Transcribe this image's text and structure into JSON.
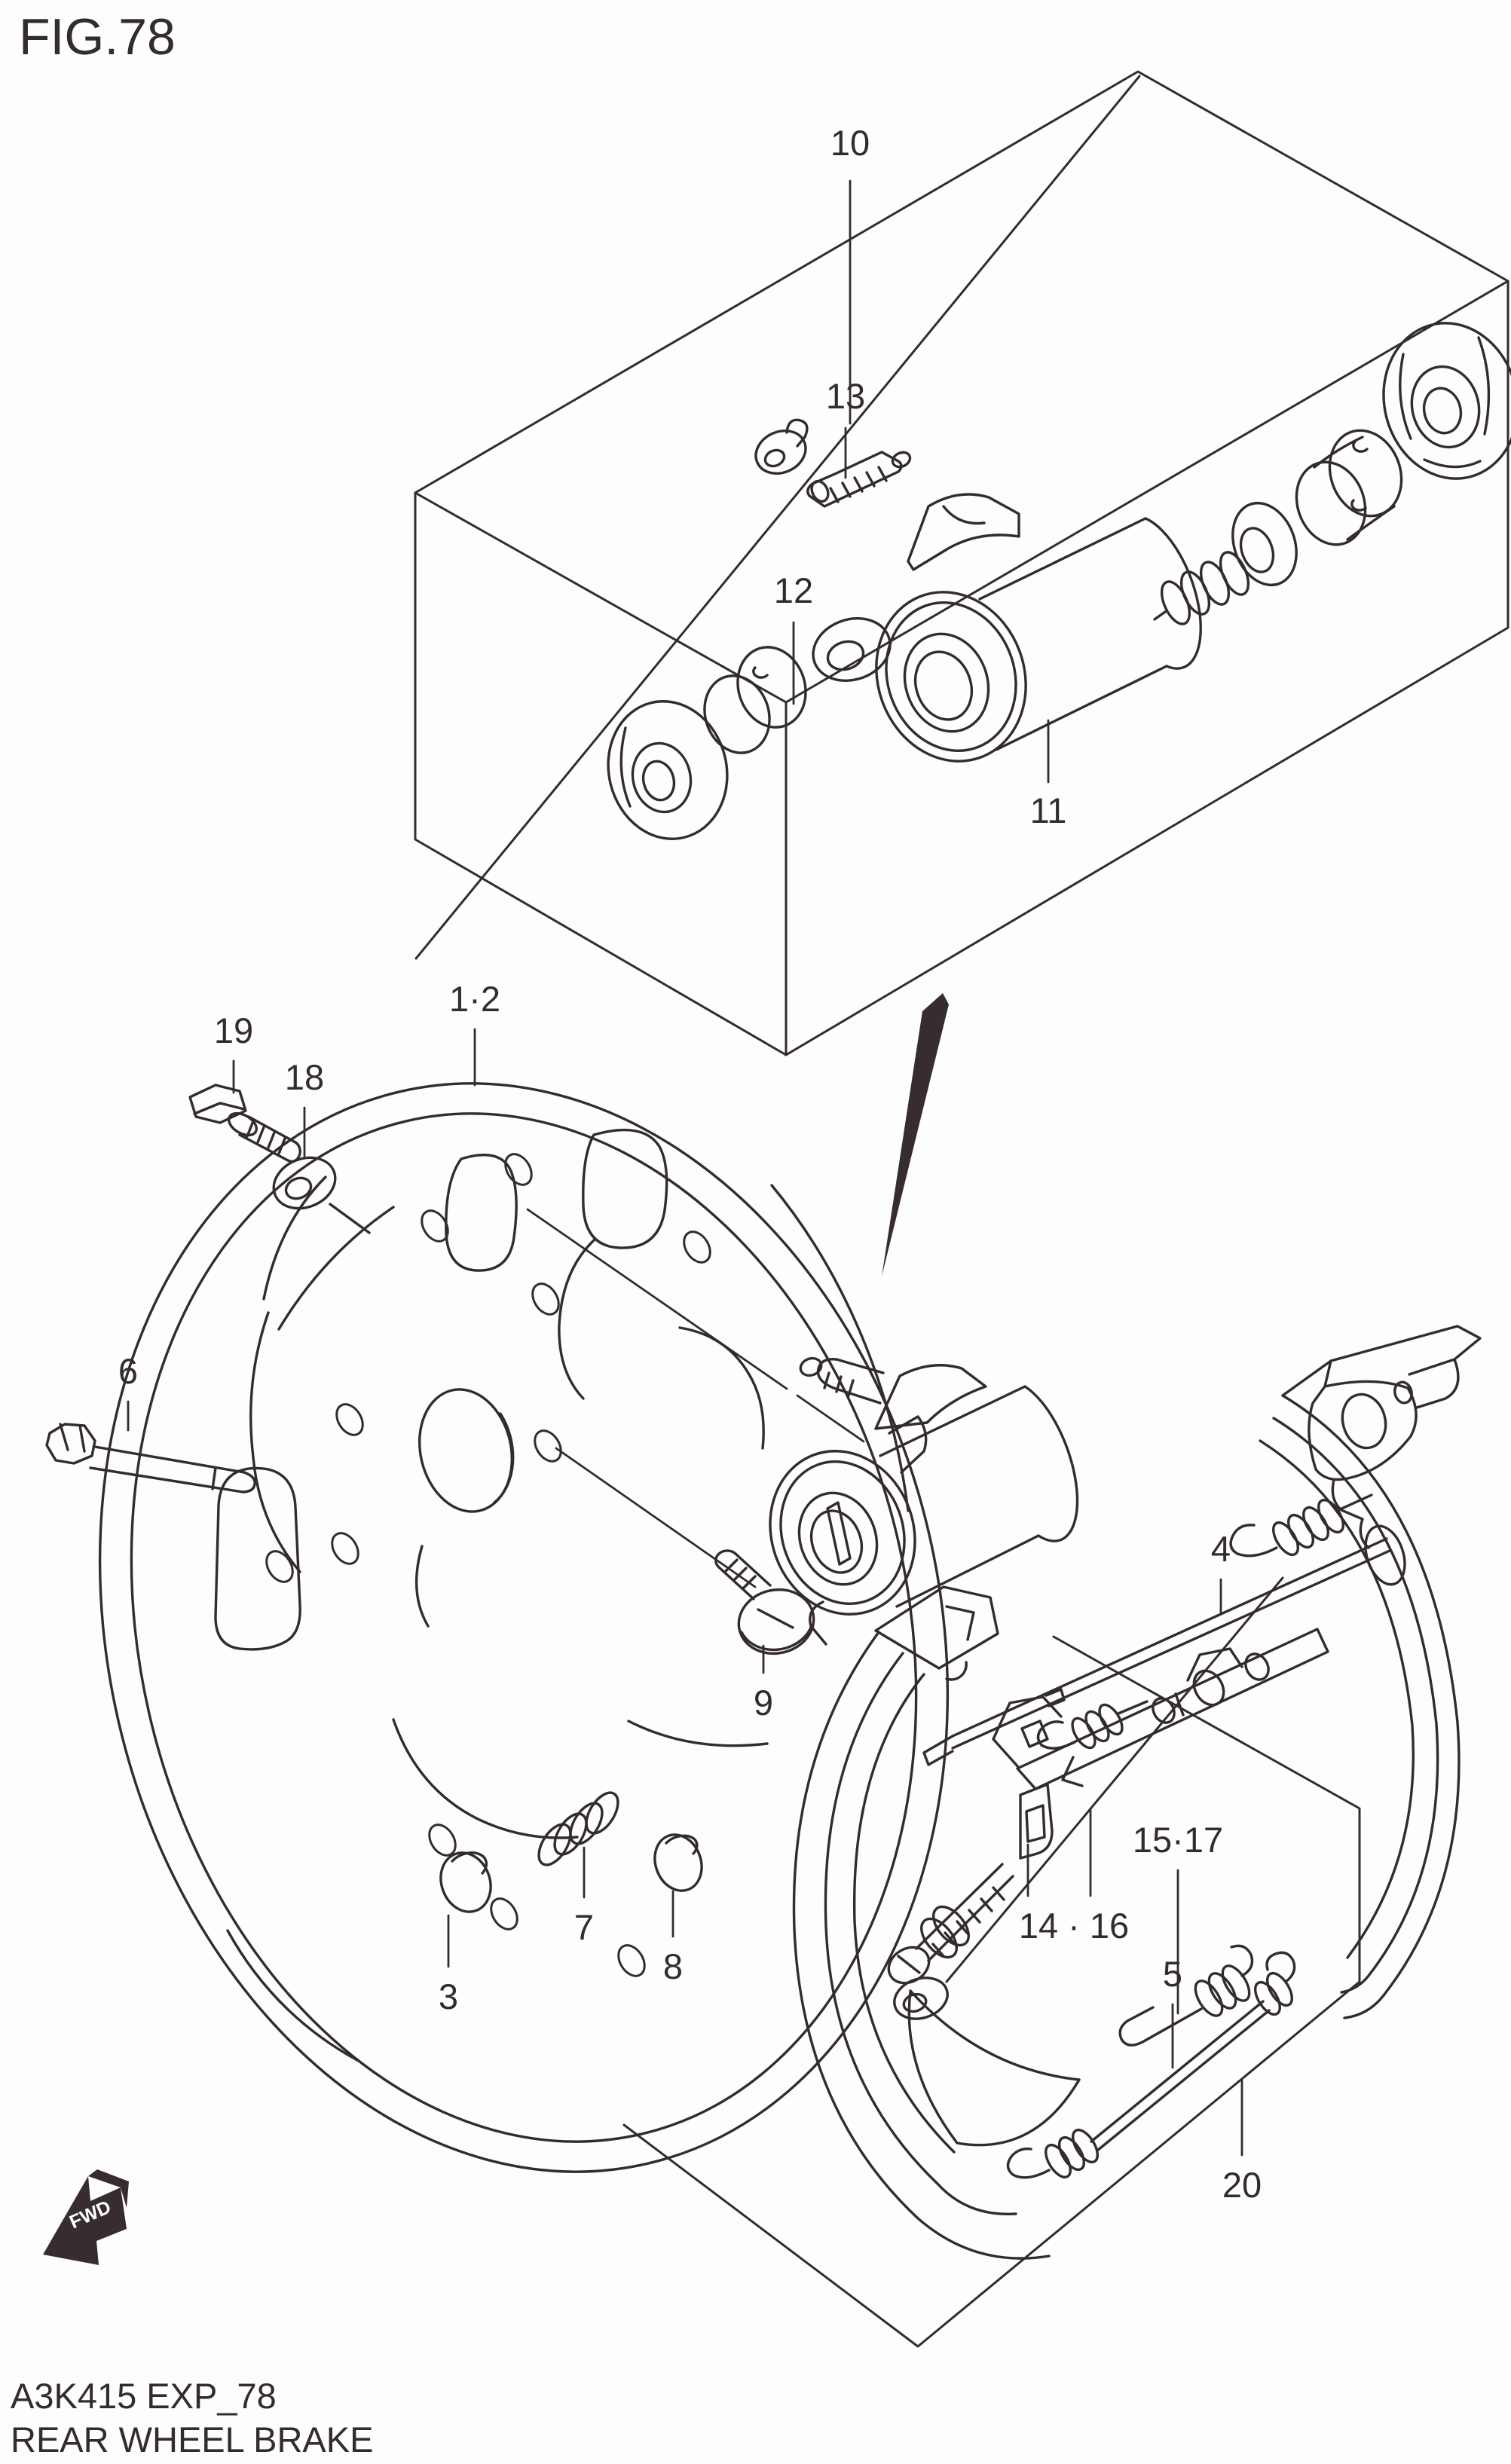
{
  "page": {
    "figure_label": "FIG.78",
    "footer_code": "A3K415 EXP_78",
    "footer_title": "REAR WHEEL BRAKE",
    "fwd_label": "FWD",
    "line_color": "#332b2f",
    "background": "#fdfdfd"
  },
  "diagram_subject": "rear wheel brake exploded parts view",
  "callouts": [
    {
      "ref": "10"
    },
    {
      "ref": "13"
    },
    {
      "ref": "12"
    },
    {
      "ref": "11"
    },
    {
      "ref": "19"
    },
    {
      "ref": "18"
    },
    {
      "ref": "1·2"
    },
    {
      "ref": "6"
    },
    {
      "ref": "9"
    },
    {
      "ref": "4"
    },
    {
      "ref": "3"
    },
    {
      "ref": "7"
    },
    {
      "ref": "8"
    },
    {
      "ref": "14 · 16"
    },
    {
      "ref": "15·17"
    },
    {
      "ref": "5"
    },
    {
      "ref": "20"
    }
  ]
}
